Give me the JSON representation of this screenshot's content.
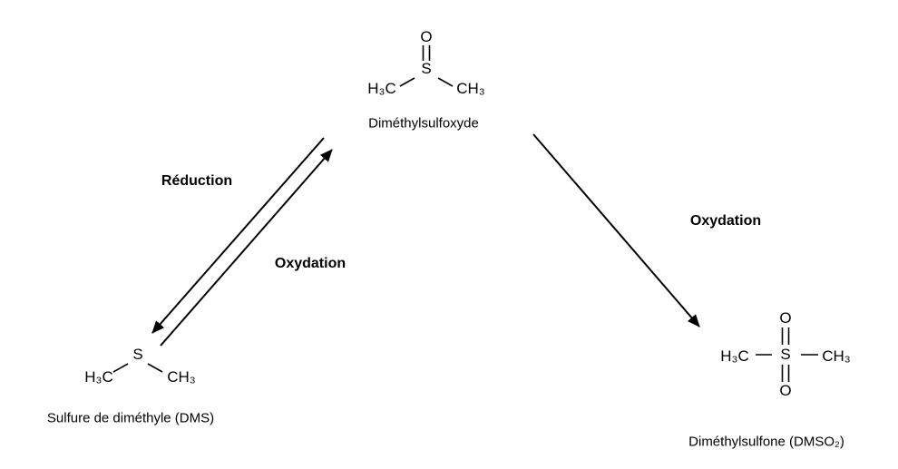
{
  "molecules": {
    "dmso": {
      "o_top": "O",
      "s": "S",
      "left_group": "H₃C",
      "right_group": "CH₃",
      "label": "Diméthylsulfoxyde"
    },
    "dms": {
      "s": "S",
      "left_group": "H₃C",
      "right_group": "CH₃",
      "label": "Sulfure de diméthyle (DMS)"
    },
    "dmso2": {
      "o_top": "O",
      "o_bottom": "O",
      "s": "S",
      "left_group": "H₃C",
      "right_group": "CH₃",
      "label": "Diméthylsulfone (DMSO₂)"
    }
  },
  "arrows": {
    "reduction_label": "Réduction",
    "oxydation_left_label": "Oxydation",
    "oxydation_right_label": "Oxydation"
  },
  "colors": {
    "foreground": "#000000",
    "background": "#ffffff"
  }
}
